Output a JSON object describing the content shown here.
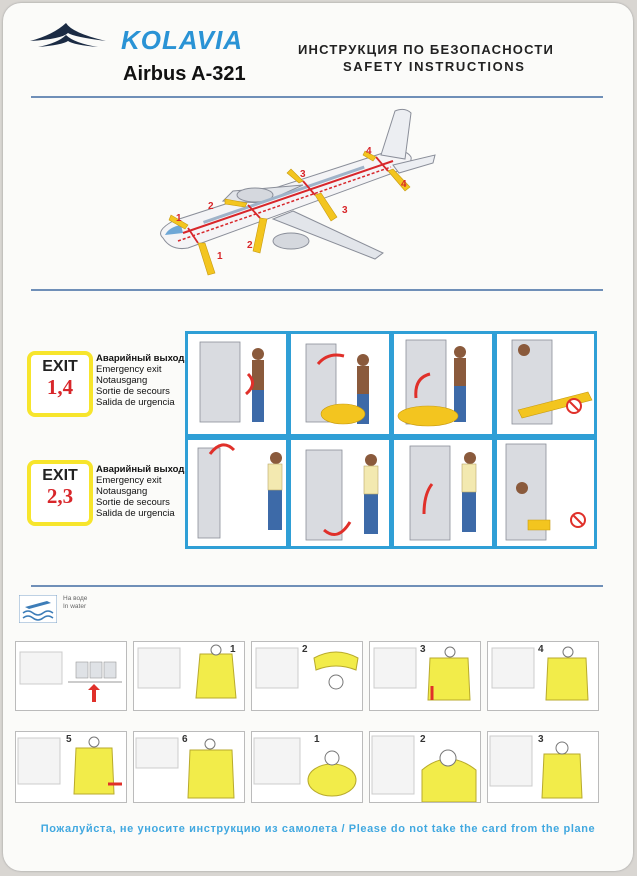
{
  "header": {
    "brand": "KOLAVIA",
    "model": "Airbus A-321",
    "title_ru": "ИНСТРУКЦИЯ ПО БЕЗОПАСНОСТИ",
    "title_en": "SAFETY INSTRUCTIONS"
  },
  "diagram": {
    "exit_numbers": [
      "1",
      "2",
      "3",
      "4",
      "1",
      "2",
      "3",
      "4"
    ]
  },
  "exits": [
    {
      "word": "EXIT",
      "numbers": "1,4",
      "lines": [
        "Аварийный выход",
        "Emergency exit",
        "Notausgang",
        "Sortie de secours",
        "Salida de urgencia"
      ]
    },
    {
      "word": "EXIT",
      "numbers": "2,3",
      "lines": [
        "Аварийный выход",
        "Emergency exit",
        "Notausgang",
        "Sortie de secours",
        "Salida de urgencia"
      ]
    }
  ],
  "water": {
    "line1": "На воде",
    "line2": "In water"
  },
  "lifevest": {
    "row1_numbers": [
      "1",
      "2",
      "3",
      "4"
    ],
    "row2_numbers": [
      "5",
      "6",
      "1",
      "2",
      "3"
    ]
  },
  "footer": "Пожалуйста, не уносите инструкцию из самолета / Please do not take the card from the plane",
  "colors": {
    "accent_blue": "#2f9fd6",
    "exit_yellow": "#f7e52c",
    "exit_red": "#d8262a",
    "slide_yellow": "#f3c51f"
  }
}
